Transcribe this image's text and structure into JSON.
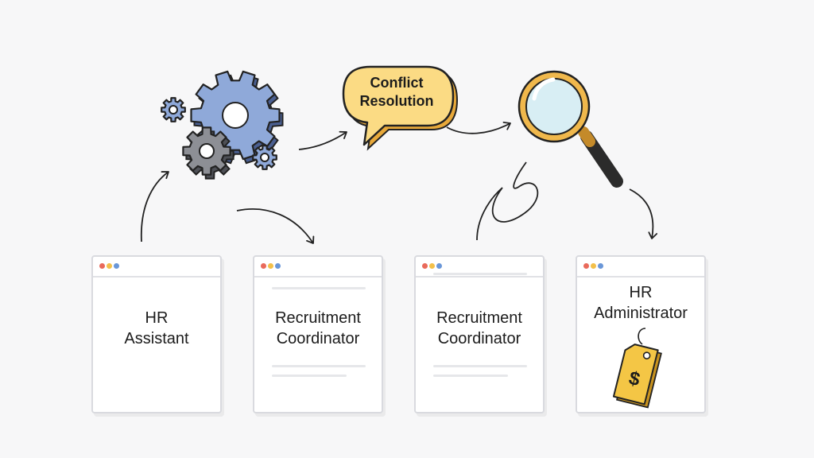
{
  "bubble": {
    "label_line1": "Conflict",
    "label_line2": "Resolution"
  },
  "windows": [
    {
      "title_line1": "HR",
      "title_line2": "Assistant"
    },
    {
      "title_line1": "Recruitment",
      "title_line2": "Coordinator"
    },
    {
      "title_line1": "Recruitment",
      "title_line2": "Coordinator"
    },
    {
      "title_line1": "HR",
      "title_line2": "Administrator"
    }
  ],
  "price_tag": {
    "symbol": "$"
  },
  "icons": [
    "gears-icon",
    "speech-bubble-icon",
    "magnifying-glass-icon",
    "price-tag-icon",
    "arrow-icon"
  ],
  "colors": {
    "gear_blue": "#8fa9d9",
    "gear_gray": "#8d8f95",
    "bubble_yellow": "#fbdb84",
    "bubble_shadow": "#e8a93a",
    "lens_fill": "#d8eef4",
    "lens_ring": "#f0b84c",
    "tag_yellow": "#f4c645",
    "dot_red": "#e96a5b",
    "dot_yellow": "#f3c04a",
    "dot_blue": "#6a97d8"
  }
}
